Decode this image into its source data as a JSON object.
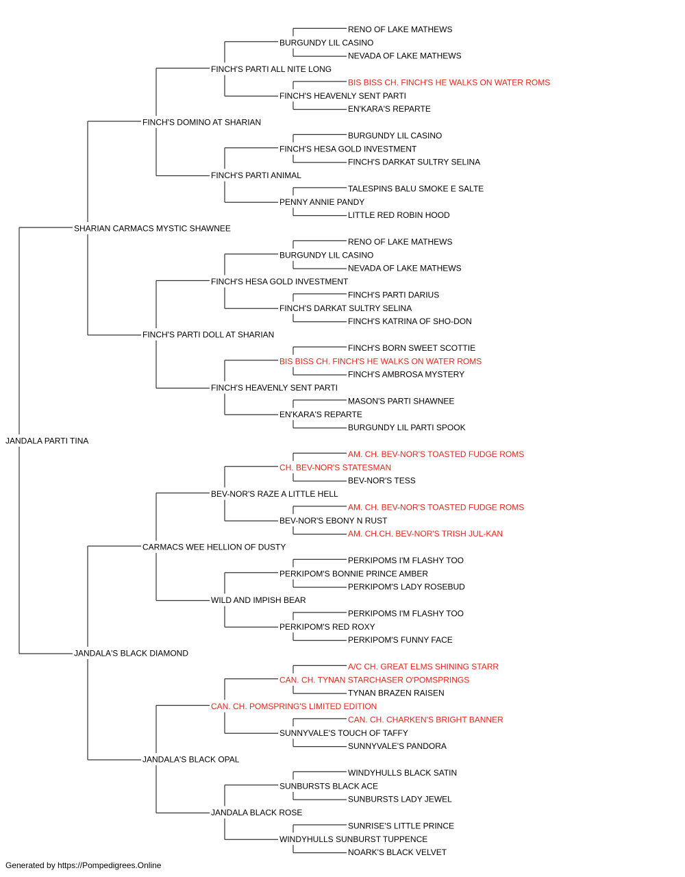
{
  "colors": {
    "line": "#333333",
    "normal": "#000000",
    "champion": "#e8241a"
  },
  "footer": "Generated by https://Pompedigrees.Online",
  "pedigree": {
    "name": "JANDALA PARTI TINA",
    "sire": {
      "name": "SHARIAN CARMACS MYSTIC SHAWNEE",
      "sire": {
        "name": "FINCH'S DOMINO AT SHARIAN",
        "sire": {
          "name": "FINCH'S PARTI ALL NITE LONG",
          "sire": {
            "name": "BURGUNDY LIL CASINO",
            "sire": {
              "name": "RENO OF LAKE MATHEWS"
            },
            "dam": {
              "name": "NEVADA OF LAKE MATHEWS"
            }
          },
          "dam": {
            "name": "FINCH'S HEAVENLY SENT PARTI",
            "sire": {
              "name": "BIS BISS CH. FINCH'S HE WALKS ON WATER ROMS",
              "champion": true
            },
            "dam": {
              "name": "EN'KARA'S REPARTE"
            }
          }
        },
        "dam": {
          "name": "FINCH'S PARTI ANIMAL",
          "sire": {
            "name": "FINCH'S HESA GOLD INVESTMENT",
            "sire": {
              "name": "BURGUNDY LIL CASINO"
            },
            "dam": {
              "name": "FINCH'S DARKAT SULTRY SELINA"
            }
          },
          "dam": {
            "name": "PENNY ANNIE PANDY",
            "sire": {
              "name": "TALESPINS BALU SMOKE E SALTE"
            },
            "dam": {
              "name": "LITTLE RED ROBIN HOOD"
            }
          }
        }
      },
      "dam": {
        "name": "FINCH'S PARTI DOLL AT SHARIAN",
        "sire": {
          "name": "FINCH'S HESA GOLD INVESTMENT",
          "sire": {
            "name": "BURGUNDY LIL CASINO",
            "sire": {
              "name": "RENO OF LAKE MATHEWS"
            },
            "dam": {
              "name": "NEVADA OF LAKE MATHEWS"
            }
          },
          "dam": {
            "name": "FINCH'S DARKAT SULTRY SELINA",
            "sire": {
              "name": "FINCH'S PARTI DARIUS"
            },
            "dam": {
              "name": "FINCH'S KATRINA OF SHO-DON"
            }
          }
        },
        "dam": {
          "name": "FINCH'S HEAVENLY SENT PARTI",
          "sire": {
            "name": "BIS BISS CH. FINCH'S HE WALKS ON WATER ROMS",
            "champion": true,
            "sire": {
              "name": "FINCH'S BORN SWEET SCOTTIE"
            },
            "dam": {
              "name": "FINCH'S AMBROSA MYSTERY"
            }
          },
          "dam": {
            "name": "EN'KARA'S REPARTE",
            "sire": {
              "name": "MASON'S PARTI SHAWNEE"
            },
            "dam": {
              "name": "BURGUNDY LIL PARTI SPOOK"
            }
          }
        }
      }
    },
    "dam": {
      "name": "JANDALA'S BLACK DIAMOND",
      "sire": {
        "name": "CARMACS WEE HELLION OF DUSTY",
        "sire": {
          "name": "BEV-NOR'S RAZE A LITTLE HELL",
          "sire": {
            "name": "CH. BEV-NOR'S STATESMAN",
            "champion": true,
            "sire": {
              "name": "AM. CH. BEV-NOR'S TOASTED FUDGE ROMS",
              "champion": true
            },
            "dam": {
              "name": "BEV-NOR'S TESS"
            }
          },
          "dam": {
            "name": "BEV-NOR'S EBONY N RUST",
            "sire": {
              "name": "AM. CH. BEV-NOR'S TOASTED FUDGE ROMS",
              "champion": true
            },
            "dam": {
              "name": "AM. CH.CH. BEV-NOR'S TRISH JUL-KAN",
              "champion": true
            }
          }
        },
        "dam": {
          "name": "WILD AND IMPISH BEAR",
          "sire": {
            "name": "PERKIPOM'S BONNIE PRINCE AMBER",
            "sire": {
              "name": "PERKIPOMS I'M FLASHY TOO"
            },
            "dam": {
              "name": "PERKIPOM'S LADY ROSEBUD"
            }
          },
          "dam": {
            "name": "PERKIPOM'S RED ROXY",
            "sire": {
              "name": "PERKIPOMS I'M FLASHY TOO"
            },
            "dam": {
              "name": "PERKIPOM'S FUNNY FACE"
            }
          }
        }
      },
      "dam": {
        "name": "JANDALA'S BLACK OPAL",
        "sire": {
          "name": "CAN. CH. POMSPRING'S LIMITED EDITION",
          "champion": true,
          "sire": {
            "name": "CAN. CH. TYNAN STARCHASER O'POMSPRINGS",
            "champion": true,
            "sire": {
              "name": "A/C CH. GREAT ELMS SHINING STARR",
              "champion": true
            },
            "dam": {
              "name": "TYNAN BRAZEN RAISEN"
            }
          },
          "dam": {
            "name": "SUNNYVALE'S TOUCH OF TAFFY",
            "sire": {
              "name": "CAN. CH. CHARKEN'S BRIGHT BANNER",
              "champion": true
            },
            "dam": {
              "name": "SUNNYVALE'S PANDORA"
            }
          }
        },
        "dam": {
          "name": "JANDALA BLACK ROSE",
          "sire": {
            "name": "SUNBURSTS BLACK ACE",
            "sire": {
              "name": "WINDYHULLS BLACK SATIN"
            },
            "dam": {
              "name": "SUNBURSTS LADY JEWEL"
            }
          },
          "dam": {
            "name": "WINDYHULLS SUNBURST TUPPENCE",
            "sire": {
              "name": "SUNRISE'S LITTLE PRINCE"
            },
            "dam": {
              "name": "NOARK'S BLACK VELVET"
            }
          }
        }
      }
    }
  }
}
